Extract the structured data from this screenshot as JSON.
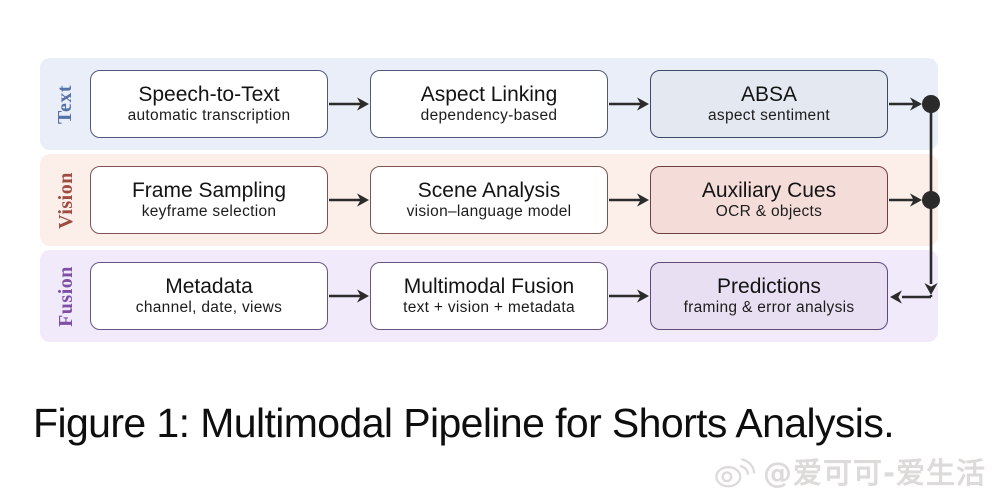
{
  "figure": {
    "caption": "Figure 1: Multimodal Pipeline for Shorts Analysis."
  },
  "pipeline": {
    "rows": [
      {
        "label": "Text",
        "label_color": "#5671a6",
        "band_color": "#e9eef8",
        "border_color": "#3b4a66",
        "highlight_fill": "#e3e8f1",
        "nodes": [
          {
            "title": "Speech-to-Text",
            "subtitle": "automatic transcription",
            "highlighted": false
          },
          {
            "title": "Aspect Linking",
            "subtitle": "dependency-based",
            "highlighted": false
          },
          {
            "title": "ABSA",
            "subtitle": "aspect sentiment",
            "highlighted": true
          }
        ]
      },
      {
        "label": "Vision",
        "label_color": "#9e4b41",
        "band_color": "#fcefea",
        "border_color": "#6e4040",
        "highlight_fill": "#f4ddd9",
        "nodes": [
          {
            "title": "Frame Sampling",
            "subtitle": "keyframe selection",
            "highlighted": false
          },
          {
            "title": "Scene Analysis",
            "subtitle": "vision–language model",
            "highlighted": false
          },
          {
            "title": "Auxiliary Cues",
            "subtitle": "OCR & objects",
            "highlighted": true
          }
        ]
      },
      {
        "label": "Fusion",
        "label_color": "#7d4fa6",
        "band_color": "#f1eafa",
        "border_color": "#5f4a78",
        "highlight_fill": "#e8dff2",
        "nodes": [
          {
            "title": "Metadata",
            "subtitle": "channel, date, views",
            "highlighted": false
          },
          {
            "title": "Multimodal Fusion",
            "subtitle": "text + vision + metadata",
            "highlighted": false
          },
          {
            "title": "Predictions",
            "subtitle": "framing & error analysis",
            "highlighted": true
          }
        ]
      }
    ],
    "connector_color": "#2b2b2b"
  },
  "watermark": {
    "icon": "weibo-logo-icon",
    "text": "@爱可可-爱生活",
    "color": "#d7d5d3"
  }
}
